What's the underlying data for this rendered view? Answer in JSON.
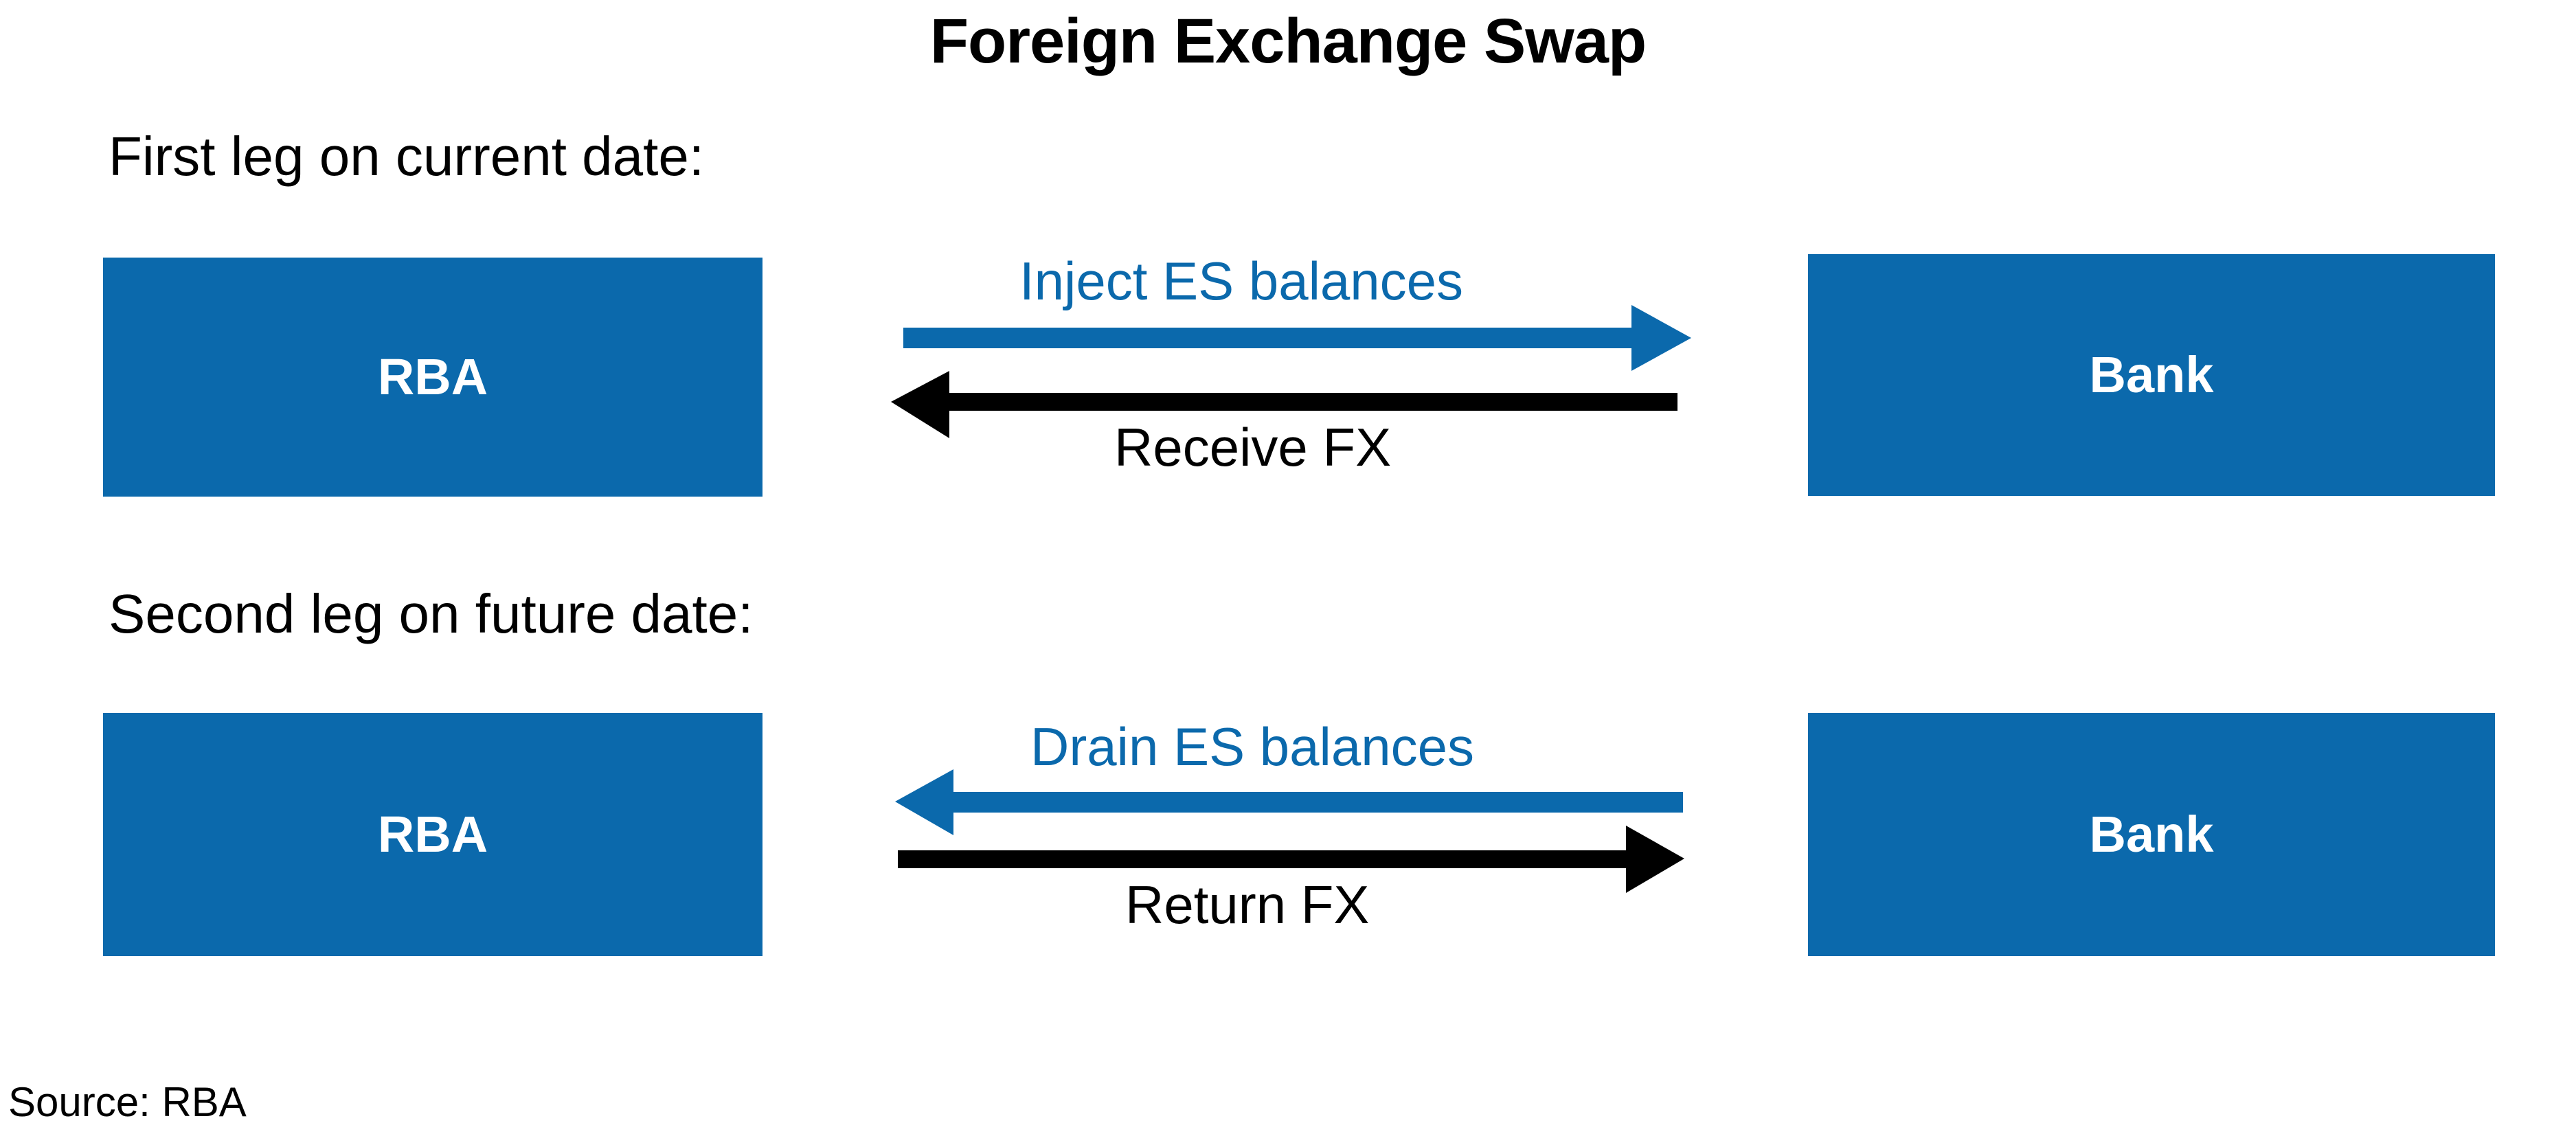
{
  "title": "Foreign Exchange Swap",
  "source": "Source: RBA",
  "colors": {
    "brand_blue": "#0B69AC",
    "arrow_black": "#000000",
    "box_text": "#FFFFFF",
    "background": "#FFFFFF"
  },
  "legs": [
    {
      "caption": "First leg on current date:",
      "left_entity": "RBA",
      "right_entity": "Bank",
      "flows": [
        {
          "label": "Inject ES balances",
          "direction": "right",
          "color": "#0B69AC",
          "from": "RBA",
          "to": "Bank",
          "label_position": "above"
        },
        {
          "label": "Receive FX",
          "direction": "left",
          "color": "#000000",
          "from": "Bank",
          "to": "RBA",
          "label_position": "below"
        }
      ]
    },
    {
      "caption": "Second leg on future date:",
      "left_entity": "RBA",
      "right_entity": "Bank",
      "flows": [
        {
          "label": "Drain ES balances",
          "direction": "left",
          "color": "#0B69AC",
          "from": "Bank",
          "to": "RBA",
          "label_position": "above"
        },
        {
          "label": "Return FX",
          "direction": "right",
          "color": "#000000",
          "from": "RBA",
          "to": "Bank",
          "label_position": "below"
        }
      ]
    }
  ]
}
